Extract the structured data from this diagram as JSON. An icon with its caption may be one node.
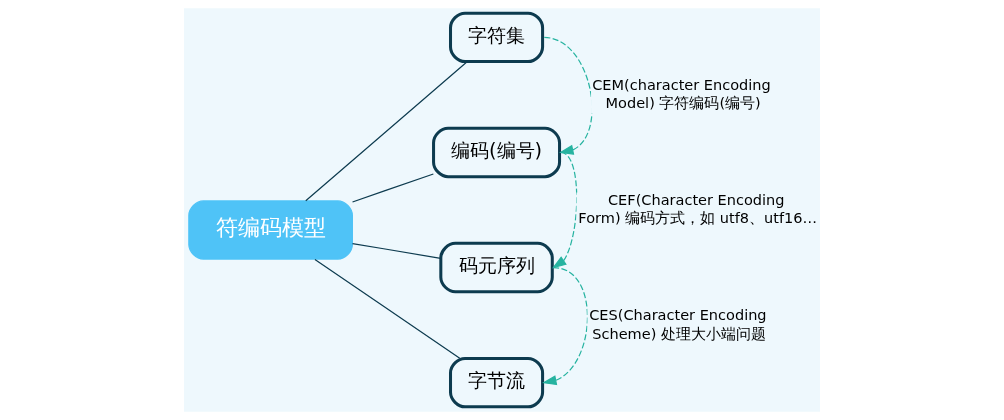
{
  "diagram": {
    "nodes": [
      {
        "text": [
          "符编码模型"
        ]
      },
      {
        "text": [
          "字符集"
        ]
      },
      {
        "text": [
          "编码(编号)"
        ]
      },
      {
        "text": [
          "码元序列"
        ]
      },
      {
        "text": [
          "字节流"
        ]
      }
    ],
    "edges": [
      {
        "from": 0,
        "to": 1,
        "arrow": "none"
      },
      {
        "from": 0,
        "to": 2,
        "arrow": "none"
      },
      {
        "from": 0,
        "to": 3,
        "arrow": "none"
      },
      {
        "from": 0,
        "to": 4,
        "arrow": "none"
      },
      {
        "from": 1,
        "to": 2,
        "arrow": "to",
        "label": "CEM(character Encoding Model) 字符编码(编号)",
        "style": "dashed",
        "color": "#26b3a0"
      },
      {
        "from": 2,
        "to": 3,
        "arrow": "to",
        "label": "CEF(Character Encoding Form) 编码方式，如 utf8、utf16…",
        "style": "dashed",
        "color": "#26b3a0"
      },
      {
        "from": 3,
        "to": 4,
        "arrow": "to",
        "label": "CES(Character Encoding Scheme) 处理大小端问题",
        "style": "dashed",
        "color": "#26b3a0"
      }
    ]
  }
}
